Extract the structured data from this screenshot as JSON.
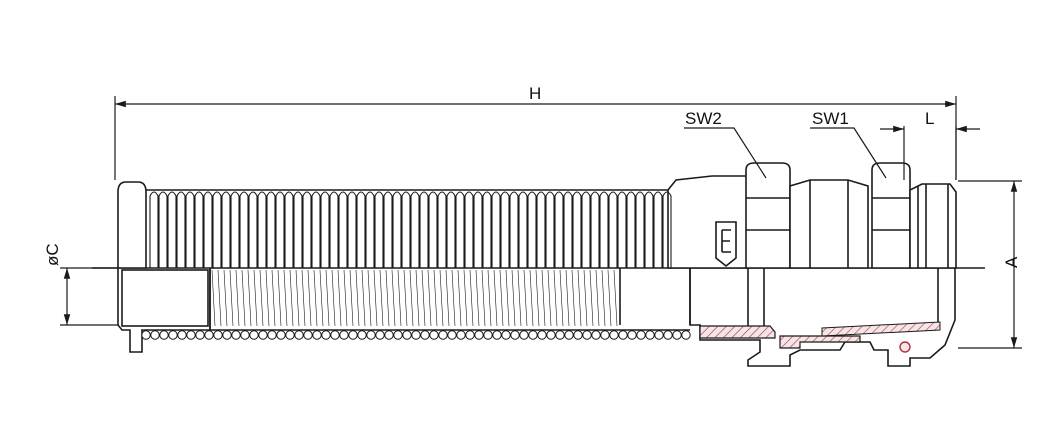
{
  "labels": {
    "height": "H",
    "wrench_size_2": "SW2",
    "wrench_size_1": "SW1",
    "thread_length": "L",
    "outer_diameter": "A",
    "cable_diameter": "øC"
  },
  "colors": {
    "line": "#1a1a1a",
    "fill": "#ffffff",
    "hatch_area": "#e9d9da",
    "hatch_line": "#b03040",
    "seal_dot": "#c03050"
  },
  "icons": {
    "marking": "ce-mark-icon"
  }
}
